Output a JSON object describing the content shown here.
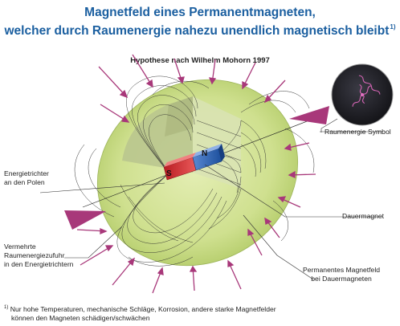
{
  "title": {
    "line1": "Magnetfeld eines Permanentmagneten,",
    "line2": "welcher durch Raumenergie nahezu unendlich magnetisch bleibt",
    "footnote_mark": "1)"
  },
  "subtitle": "Hypothese nach Wilhelm Mohorn 1997",
  "labels": {
    "raumenergie_symbol": "Raumenergie Symbol",
    "energietrichter_line1": "Energietrichter",
    "energietrichter_line2": "an den Polen",
    "dauermagnet": "Dauermagnet",
    "vermehrte_line1": "Vermehrte",
    "vermehrte_line2": "Raumenergiezufuhr",
    "vermehrte_line3": "in den Energietrichtern",
    "magnetfeld_line1": "Permanentes Magnetfeld",
    "magnetfeld_line2": "bei Dauermagneten",
    "pole_s": "S",
    "pole_n": "N"
  },
  "footnote": {
    "mark": "1)",
    "line1": "Nur hohe Temperaturen, mechanische Schläge, Korrosion, andere starke Magnetfelder",
    "line2": "können den Magneten schädigen/schwächen"
  },
  "colors": {
    "title_blue": "#1b5fa0",
    "field_green": "#c8dc84",
    "arrow_magenta": "#a8387a",
    "magnet_red": "#d8262c",
    "magnet_blue": "#2464b4",
    "symbol_bg": "#1e1e22"
  }
}
